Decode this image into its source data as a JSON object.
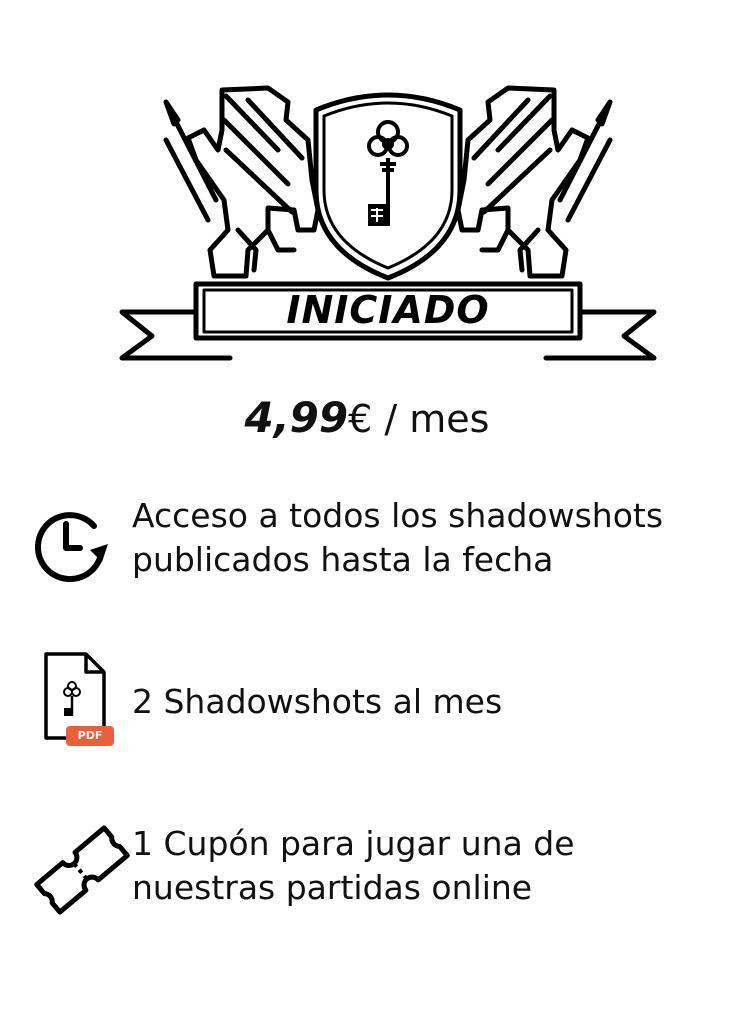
{
  "badge": {
    "title": "INICIADO"
  },
  "price": {
    "amount": "4,99",
    "currency": "€",
    "period": " / mes"
  },
  "features": [
    {
      "icon": "clock-history-icon",
      "text_line1": "Acceso a todos los shadowshots",
      "text_line2": "publicados hasta la fecha"
    },
    {
      "icon": "pdf-file-icon",
      "badge": "PDF",
      "text_line1": "2 Shadowshots al mes"
    },
    {
      "icon": "ticket-icon",
      "text_line1": "1 Cupón para jugar una de",
      "text_line2": "nuestras partidas online"
    }
  ],
  "colors": {
    "ink": "#111111",
    "pdf_badge": "#e8603c"
  }
}
